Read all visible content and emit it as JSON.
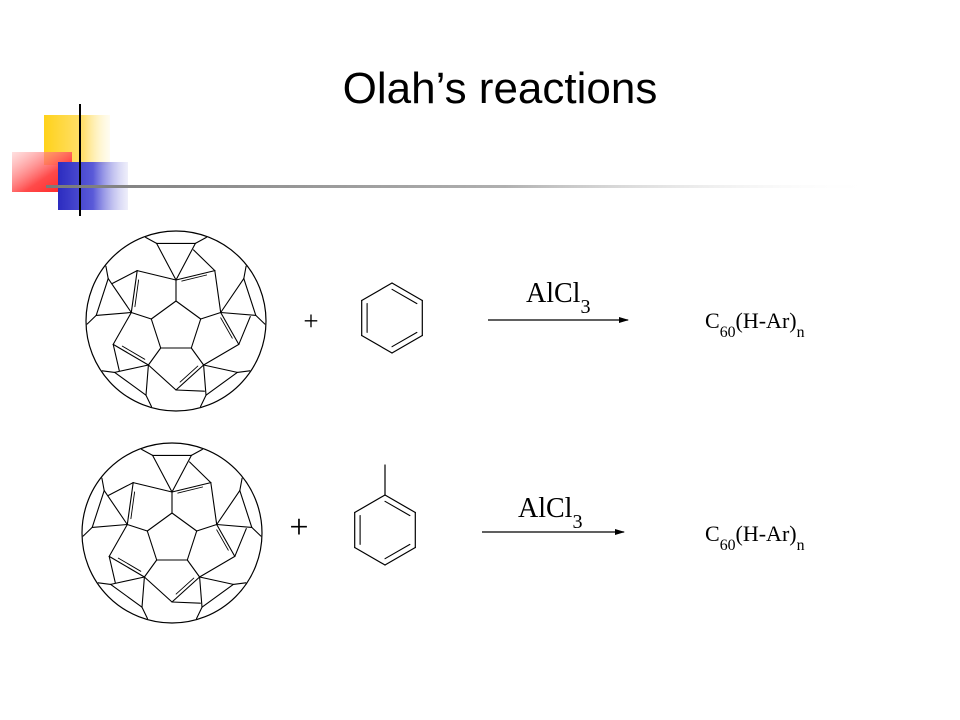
{
  "slide": {
    "title": "Olah’s reactions"
  },
  "reactions": [
    {
      "reactant": "fullerene-c60",
      "operator": "+",
      "reagent": "benzene",
      "catalyst": {
        "main": "AlCl",
        "sub": "3"
      },
      "product": {
        "c": "C",
        "c_sub": "60",
        "group": "(H-Ar)",
        "n_sub": "n"
      }
    },
    {
      "reactant": "fullerene-c60",
      "operator": "+",
      "reagent": "toluene",
      "catalyst": {
        "main": "AlCl",
        "sub": "3"
      },
      "product": {
        "c": "C",
        "c_sub": "60",
        "group": "(H-Ar)",
        "n_sub": "n"
      }
    }
  ],
  "colors": {
    "ink": "#000000",
    "accent_yellow": "#FFD21A",
    "accent_red": "#FF4040",
    "accent_blue": "#3A3ACC"
  }
}
